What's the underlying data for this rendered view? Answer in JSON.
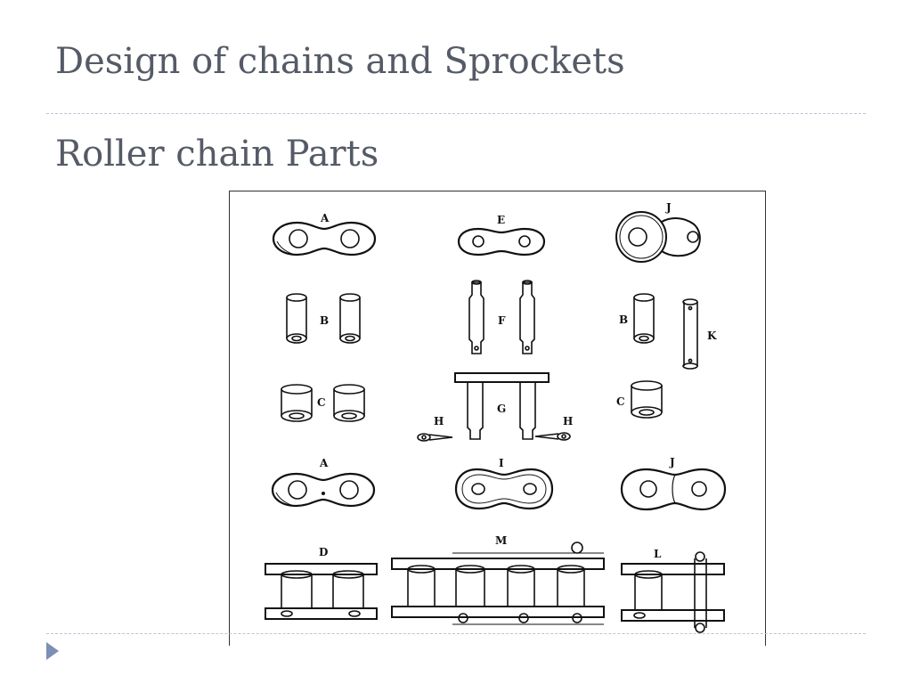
{
  "slide": {
    "title": "Design of chains and Sprockets",
    "subtitle": "Roller chain Parts"
  },
  "figure": {
    "labels": {
      "A": "A",
      "B": "B",
      "C": "C",
      "D": "D",
      "E": "E",
      "F": "F",
      "G": "G",
      "H": "H",
      "I": "I",
      "J": "J",
      "K": "K",
      "L": "L",
      "M": "M"
    }
  },
  "colors": {
    "text": "#555b66",
    "separator": "#b9c6d6",
    "bullet": "#7c8fb4"
  },
  "icons": {
    "bullet": "triangle-right-icon"
  }
}
